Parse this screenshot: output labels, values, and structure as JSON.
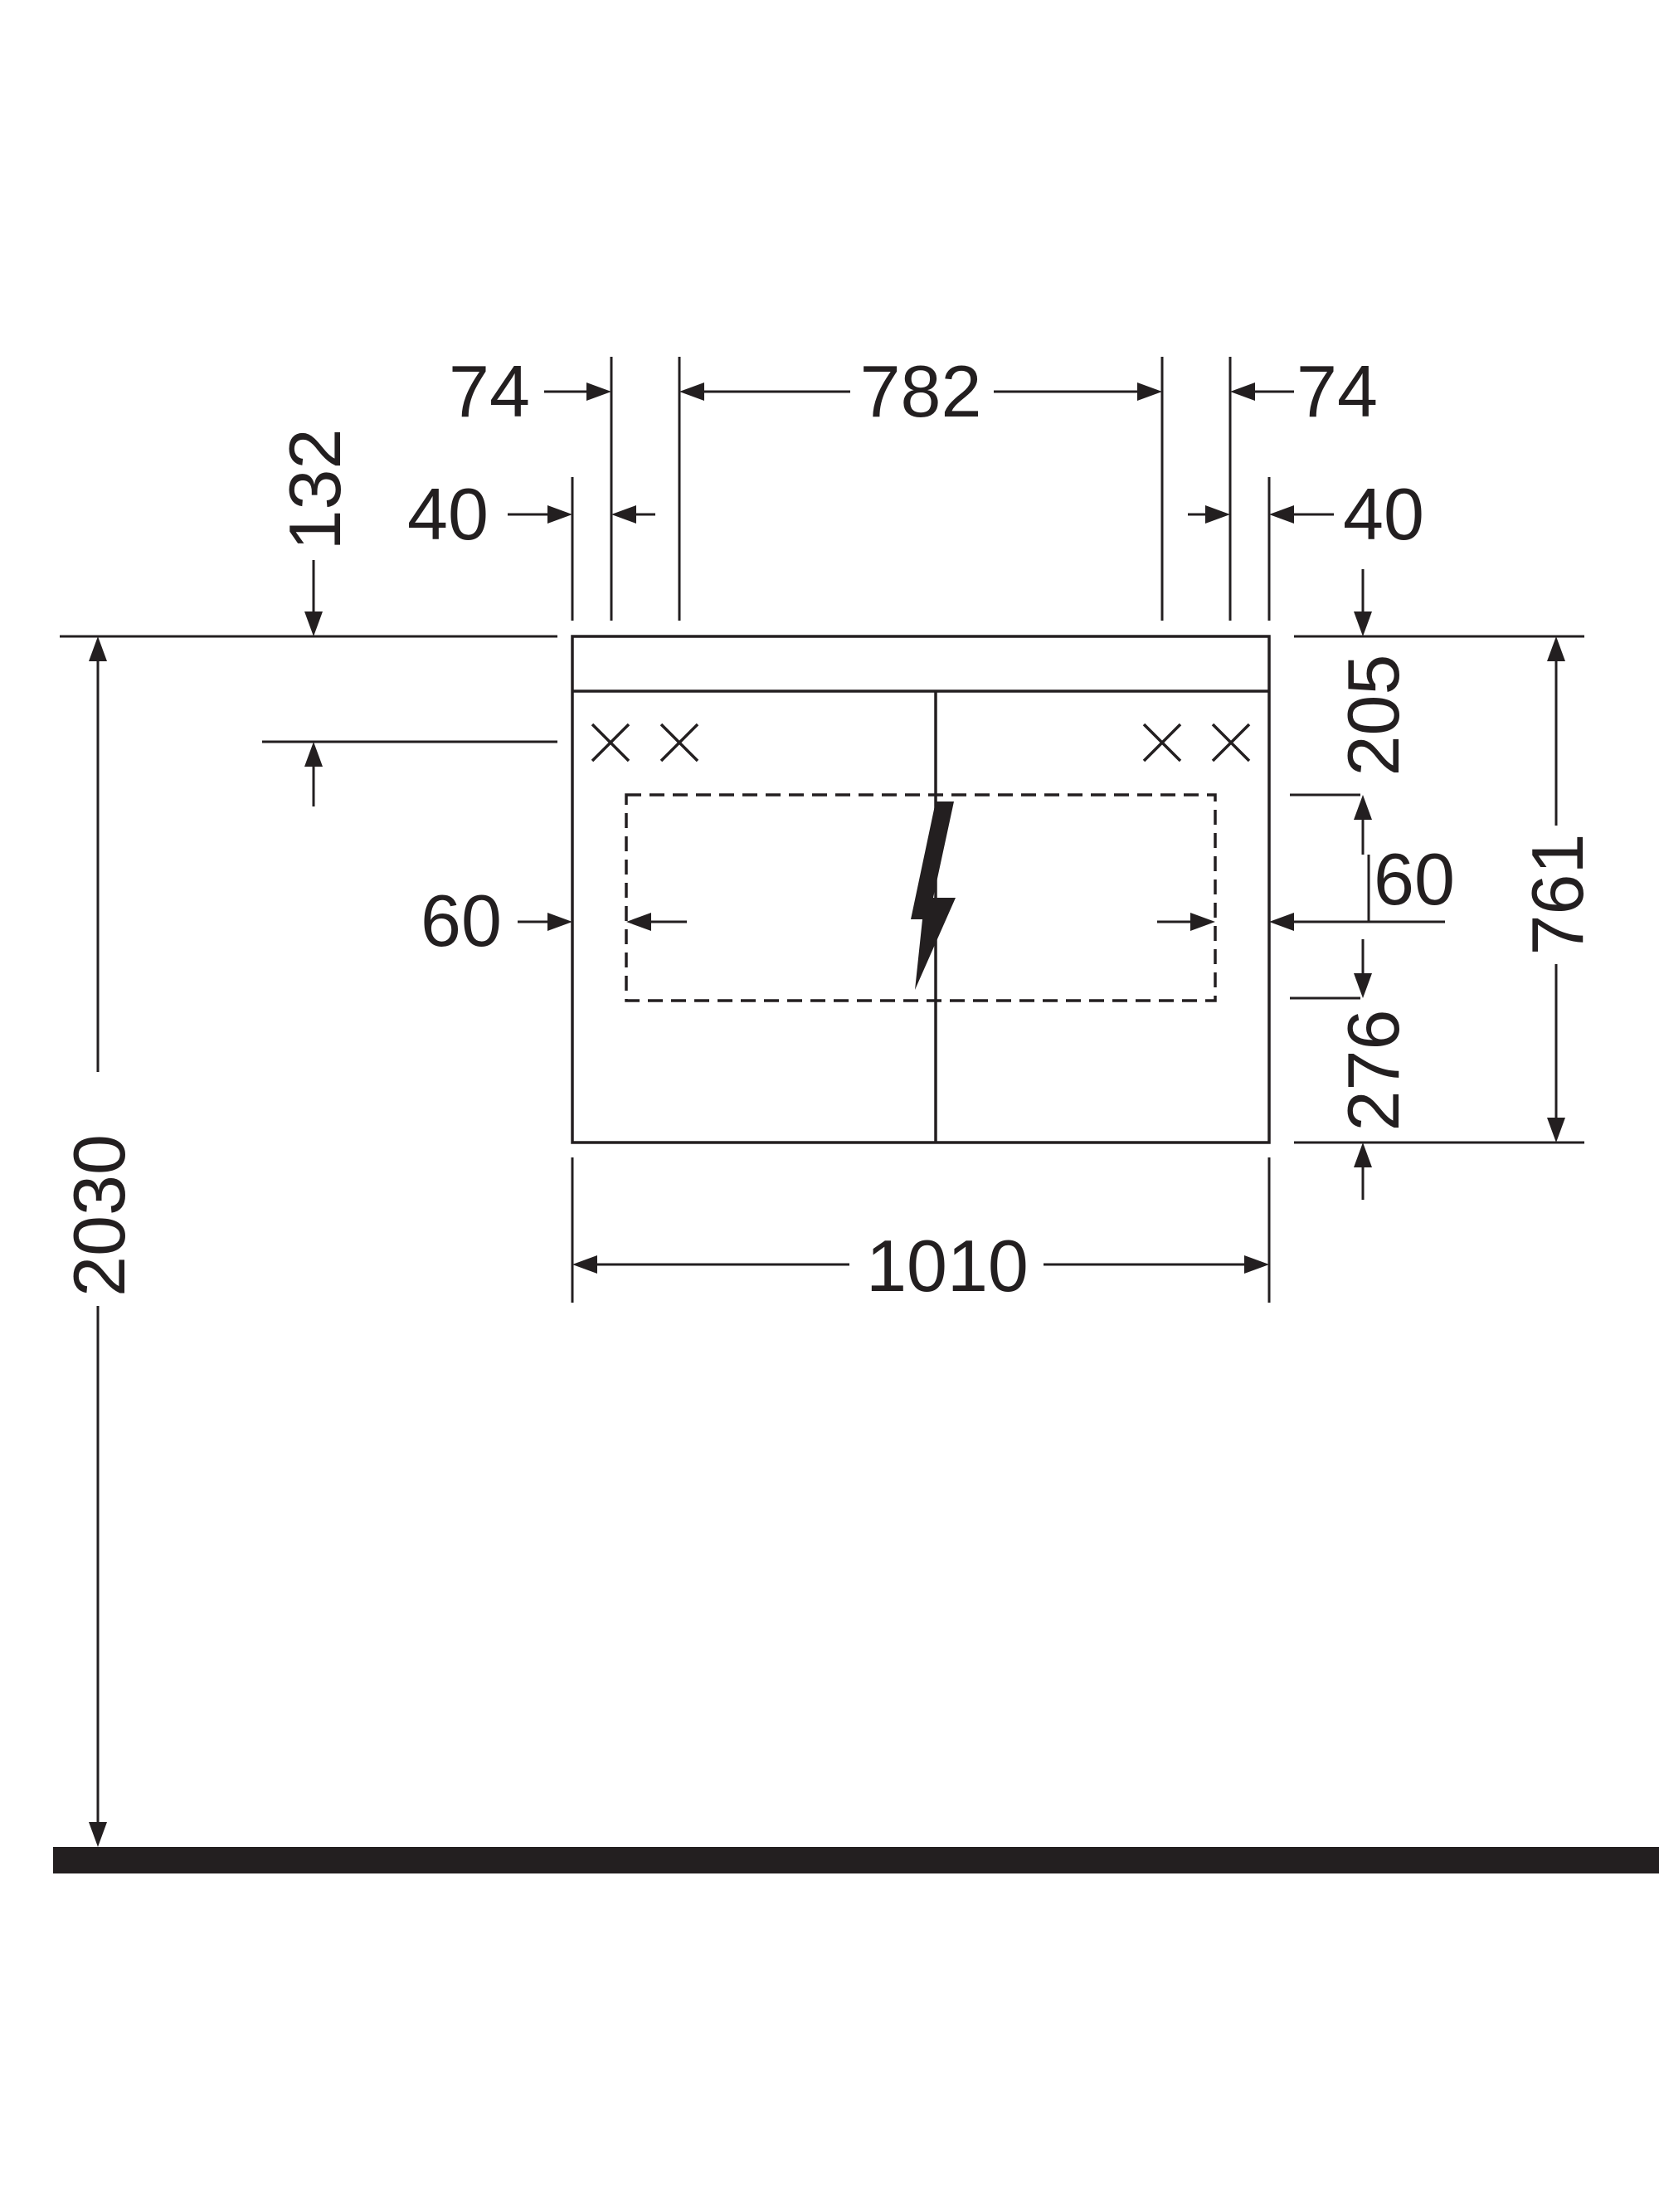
{
  "drawing": {
    "dimensions": {
      "top_left_74": "74",
      "top_center_782": "782",
      "top_right_74": "74",
      "upper_left_40": "40",
      "upper_right_40": "40",
      "left_132": "132",
      "left_60": "60",
      "right_205": "205",
      "right_60": "60",
      "right_276": "276",
      "right_761": "761",
      "bottom_1010": "1010",
      "height_2030": "2030"
    },
    "symbols": {
      "electrical": "lightning-bolt-icon",
      "fixing_points": "cross-mark-icon"
    },
    "colors": {
      "ink": "#231f20",
      "paper": "#ffffff"
    }
  }
}
